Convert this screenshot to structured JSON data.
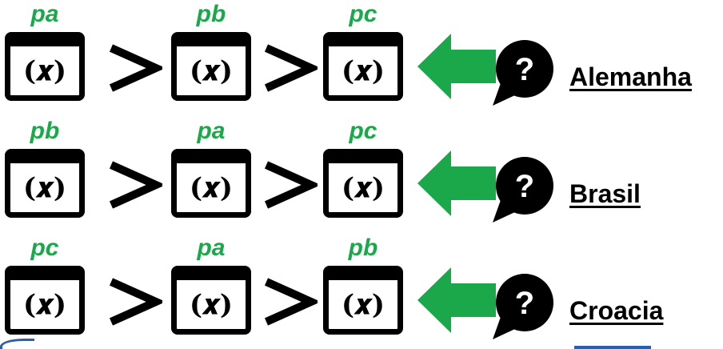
{
  "box_text": "(𝒙)",
  "accent_green": "#1aa84a",
  "icons": {
    "operator": "greater-than",
    "arrow": "green-left-arrow",
    "bubble": "question-speech-bubble"
  },
  "rows": [
    {
      "labels": [
        "pa",
        "pb",
        "pc"
      ],
      "country": "Alemanha"
    },
    {
      "labels": [
        "pb",
        "pa",
        "pc"
      ],
      "country": "Brasil"
    },
    {
      "labels": [
        "pc",
        "pa",
        "pb"
      ],
      "country": "Croacia"
    }
  ]
}
